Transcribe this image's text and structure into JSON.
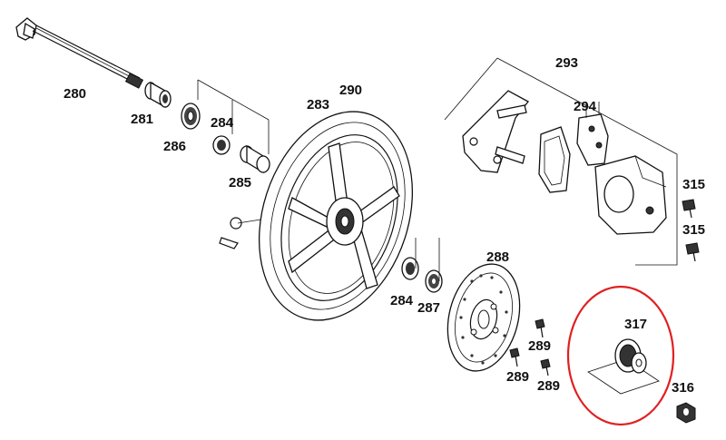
{
  "labels": {
    "p280": "280",
    "p281": "281",
    "p283": "283",
    "p284a": "284",
    "p284b": "284",
    "p285": "285",
    "p286": "286",
    "p287": "287",
    "p288": "288",
    "p289a": "289",
    "p289b": "289",
    "p289c": "289",
    "p290": "290",
    "p293": "293",
    "p294": "294",
    "p315a": "315",
    "p315b": "315",
    "p316": "316",
    "p317": "317"
  },
  "highlight": {
    "color": "#e02020",
    "target": "317"
  }
}
